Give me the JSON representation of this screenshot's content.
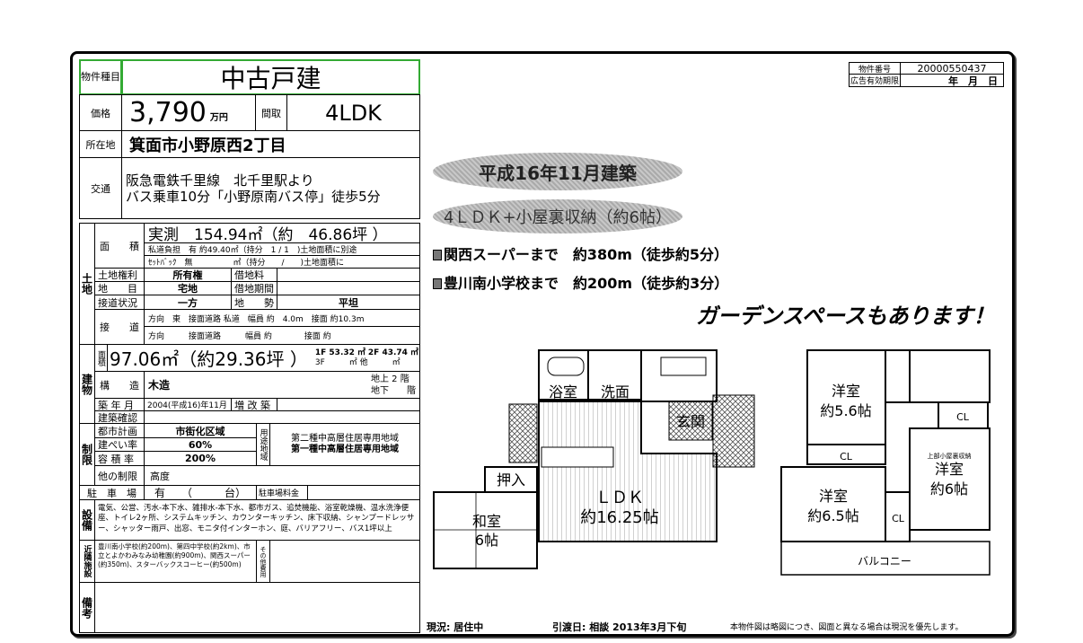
{
  "header": {
    "type_label": "物件種目",
    "type_value": "中古戸建",
    "price_label": "価格",
    "price_value": "3,790",
    "price_unit": "万円",
    "layout_label": "間取",
    "layout_value": "4LDK",
    "address_label": "所在地",
    "address_value": "箕面市小野原西2丁目",
    "transport_label": "交通",
    "transport_line1": "阪急電鉄千里線　北千里駅より",
    "transport_line2": "バス乗車10分「小野原南バス停」徒歩5分"
  },
  "land": {
    "section": "土地",
    "area_label": "面　　積",
    "area_main": "実測　154.94㎡（約　46.86坪 ）",
    "private_road": "私道負担　有 約49.40㎡（持分　1 / 1　)土地面積に別途",
    "setback": "ｾｯﾄﾊﾞｯｸ　無　　　　　㎡（持分　　/　　)土地面積に",
    "rights_label": "土地権利",
    "rights_value": "所有権",
    "rent_label": "借地料",
    "rent_value": "",
    "category_label": "地　　目",
    "category_value": "宅地",
    "lease_label": "借地期間",
    "lease_value": "",
    "road_status_label": "接道状況",
    "road_status_value": "一方",
    "terrain_label": "地　　勢",
    "terrain_value": "平坦",
    "road_label": "接　　道",
    "road_row1": "方向　東　接面道路 私道　幅員 約　4.0m　接面 約10.3m",
    "road_row2": "方向　　　接面道路　　　幅員 約　　　　接面 約"
  },
  "building": {
    "section": "建物",
    "area_label": "面積",
    "area_main": "97.06㎡（約29.36坪 ）",
    "floor_1f": "1F 53.32 ㎡",
    "floor_2f": "2F 43.74 ㎡",
    "floor_3f": "3F　　　㎡ 他　　　㎡",
    "structure_label": "構　　造",
    "structure_value": "木造",
    "floors_above": "地上 2 階",
    "floors_below": "地下　　階",
    "built_label": "築 年 月",
    "built_value": "2004(平成16)年11月",
    "renov_label": "増 改 築",
    "renov_value": "",
    "confirm_label": "建築確認",
    "confirm_value": ""
  },
  "restrictions": {
    "section": "制限",
    "city_plan_label": "都市計画",
    "city_plan_value": "市街化区域",
    "bcr_label": "建ぺい率",
    "bcr_value": "60%",
    "far_label": "容 積 率",
    "far_value": "200%",
    "zone_label": "用途地域",
    "zone_1": "第二種中高層住居専用地域",
    "zone_2": "第一種中高層住居専用地域",
    "other_label": "他の制限",
    "other_value": "高度"
  },
  "parking": {
    "label": "駐　車　場",
    "value": "有　　（　　　台）",
    "fee_label": "駐車場料金",
    "fee_value": ""
  },
  "facilities": {
    "label": "設備",
    "text": "電気、公営、汚水-本下水、雑排水-本下水、都市ガス、追焚機能、浴室乾燥機、温水洗浄便座、トイレ2ヶ所、システムキッチン、カウンターキッチン、床下収納、シャンプードレッサー、シャッター雨戸、出窓、モニタ付インターホン、庭、バリアフリー、バス1坪以上"
  },
  "nearby": {
    "label": "近隣施設",
    "text": "豊川南小学校(約200m)、第四中学校(約2km)、市立とよかわみなみ幼稚園(約900m)、関西スーパー(約350m)、スターバックスコーヒー(約500m)",
    "other_cost_label": "その他費用",
    "other_cost_value": ""
  },
  "remarks": {
    "label": "備考",
    "value": ""
  },
  "property_box": {
    "number_label": "物件番号",
    "number_value": "20000550437",
    "valid_label": "広告有効期限",
    "valid_value": "年　月　日"
  },
  "highlights": {
    "built": "平成16年11月建築",
    "layout": "4ＬＤＫ+小屋裏収納（約6帖）",
    "nearby_1": "関西スーパーまで　約380m（徒歩約5分）",
    "nearby_2": "豊川南小学校まで　約200m（徒歩約3分）",
    "garden": "ガーデンスペースもあります！"
  },
  "floorplan": {
    "bath": "浴室",
    "wash": "洗面",
    "entrance": "玄関",
    "closet": "押入",
    "ldk": "ＬＤＫ",
    "ldk_size": "約16.25帖",
    "washitsu": "和室",
    "washitsu_size": "6帖",
    "room_a": "洋室",
    "room_a_size": "約5.6帖",
    "room_b": "洋室",
    "room_b_size": "約6.5帖",
    "room_c": "洋室",
    "room_c_size": "約6帖",
    "cl": "CL",
    "attic": "上部小屋裏収納",
    "balcony": "バルコニー"
  },
  "footer": {
    "status": "現況: 居住中",
    "handover": "引渡日: 相談 2013年3月下旬",
    "note": "本物件図は略図につき、図面と異なる場合は現況を優先します。"
  }
}
